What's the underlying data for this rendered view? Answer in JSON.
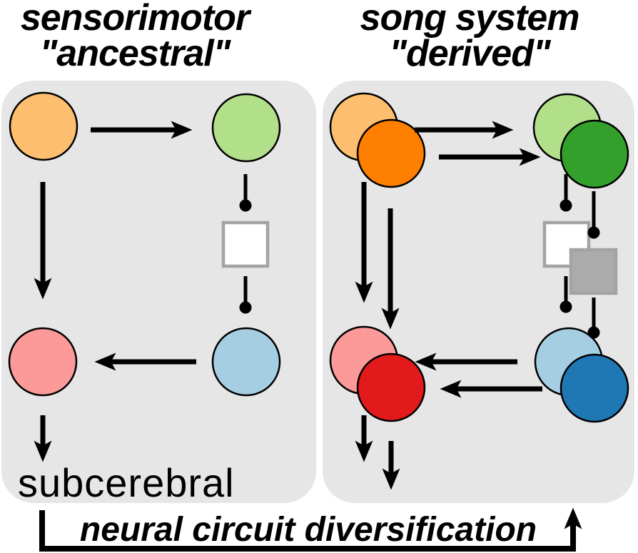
{
  "left_panel": {
    "title_line1": "sensorimotor",
    "title_line2": "\"ancestral\"",
    "footer_label": "subcerebral"
  },
  "right_panel": {
    "title_line1": "song system",
    "title_line2": "\"derived\""
  },
  "bottom": {
    "label": "neural circuit diversification"
  },
  "colors": {
    "panel_bg": "#E6E6E6",
    "light_orange": "#FDBF6F",
    "orange": "#FF7F00",
    "light_green": "#B2DF8A",
    "green": "#33A02C",
    "light_blue": "#A6CEE3",
    "blue": "#1F78B4",
    "pink": "#FB9A99",
    "red": "#E31A1C",
    "square_white": "#FFFFFF",
    "square_gray": "#ABABAB",
    "square_border": "#A3A3A3",
    "line_black": "#000000"
  }
}
